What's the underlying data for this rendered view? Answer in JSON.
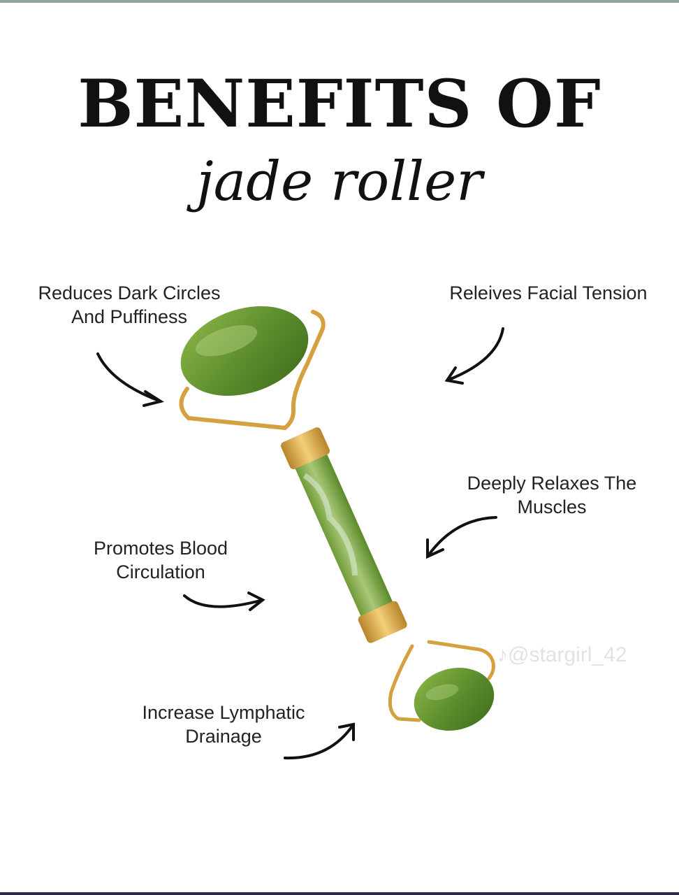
{
  "title": {
    "line1": "BENEFITS OF",
    "line2": "jade roller"
  },
  "benefits": [
    {
      "lines": [
        "Reduces Dark Circles",
        "And Puffiness"
      ]
    },
    {
      "lines": [
        "Releives Facial Tension"
      ]
    },
    {
      "lines": [
        "Deeply Relaxes The",
        "Muscles"
      ]
    },
    {
      "lines": [
        "Promotes Blood",
        "Circulation"
      ]
    },
    {
      "lines": [
        "Increase Lymphatic",
        "Drainage"
      ]
    }
  ],
  "watermark": "@stargirl_42",
  "colors": {
    "jade": "#5f8f2e",
    "jade_dark": "#3f6a1c",
    "gold": "#d9a441",
    "text": "#222222"
  }
}
